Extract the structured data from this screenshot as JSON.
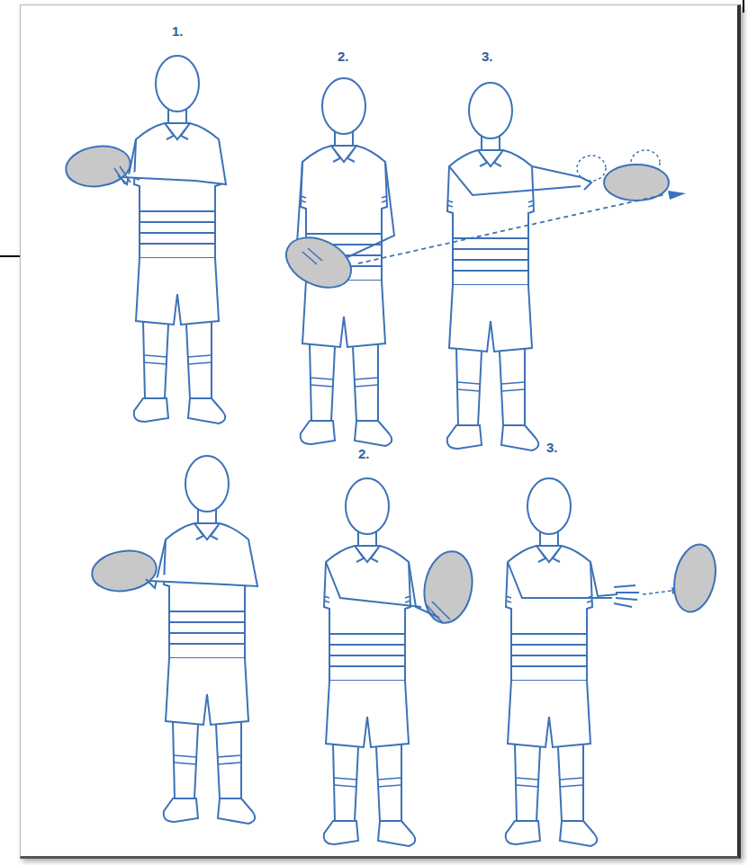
{
  "diagram": {
    "labels": [
      "1.",
      "2.",
      "3.",
      "2.",
      "3."
    ]
  }
}
